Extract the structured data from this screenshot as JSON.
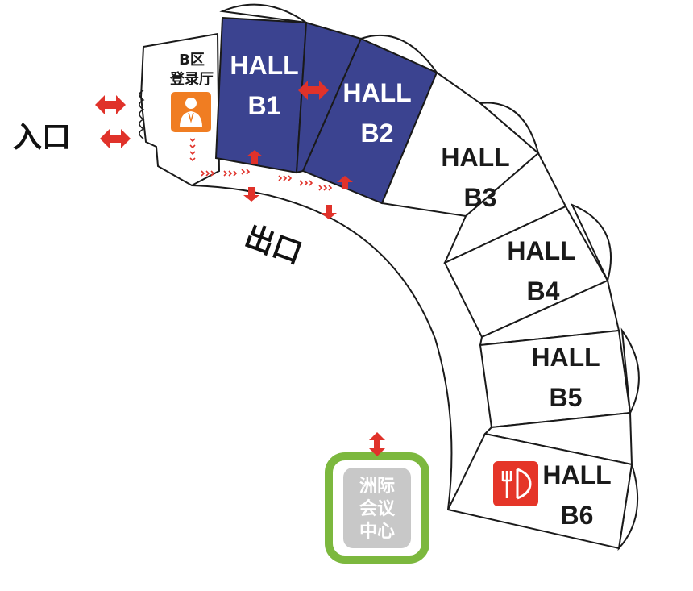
{
  "map": {
    "entrance_label": "入口",
    "exit_label": "出口",
    "registration": {
      "line1": "B区",
      "line2": "登录厅",
      "icon": "registration-person-icon",
      "icon_color": "#f07d22"
    },
    "halls": [
      {
        "id": "B1",
        "line1": "HALL",
        "line2": "B1",
        "highlighted": true
      },
      {
        "id": "B2",
        "line1": "HALL",
        "line2": "B2",
        "highlighted": true
      },
      {
        "id": "B3",
        "line1": "HALL",
        "line2": "B3",
        "highlighted": false
      },
      {
        "id": "B4",
        "line1": "HALL",
        "line2": "B4",
        "highlighted": false
      },
      {
        "id": "B5",
        "line1": "HALL",
        "line2": "B5",
        "highlighted": false
      },
      {
        "id": "B6",
        "line1": "HALL",
        "line2": "B6",
        "highlighted": false,
        "icon": "restaurant-icon"
      }
    ],
    "convention_center": {
      "line1": "洲际",
      "line2": "会议",
      "line3": "中心"
    },
    "colors": {
      "highlight_fill": "#3b4390",
      "hall_outline": "#1a1a1a",
      "arrow_red": "#e0322a",
      "restaurant_red": "#e53528",
      "center_border": "#7cb83e",
      "center_fill": "#c8c8c8"
    }
  }
}
